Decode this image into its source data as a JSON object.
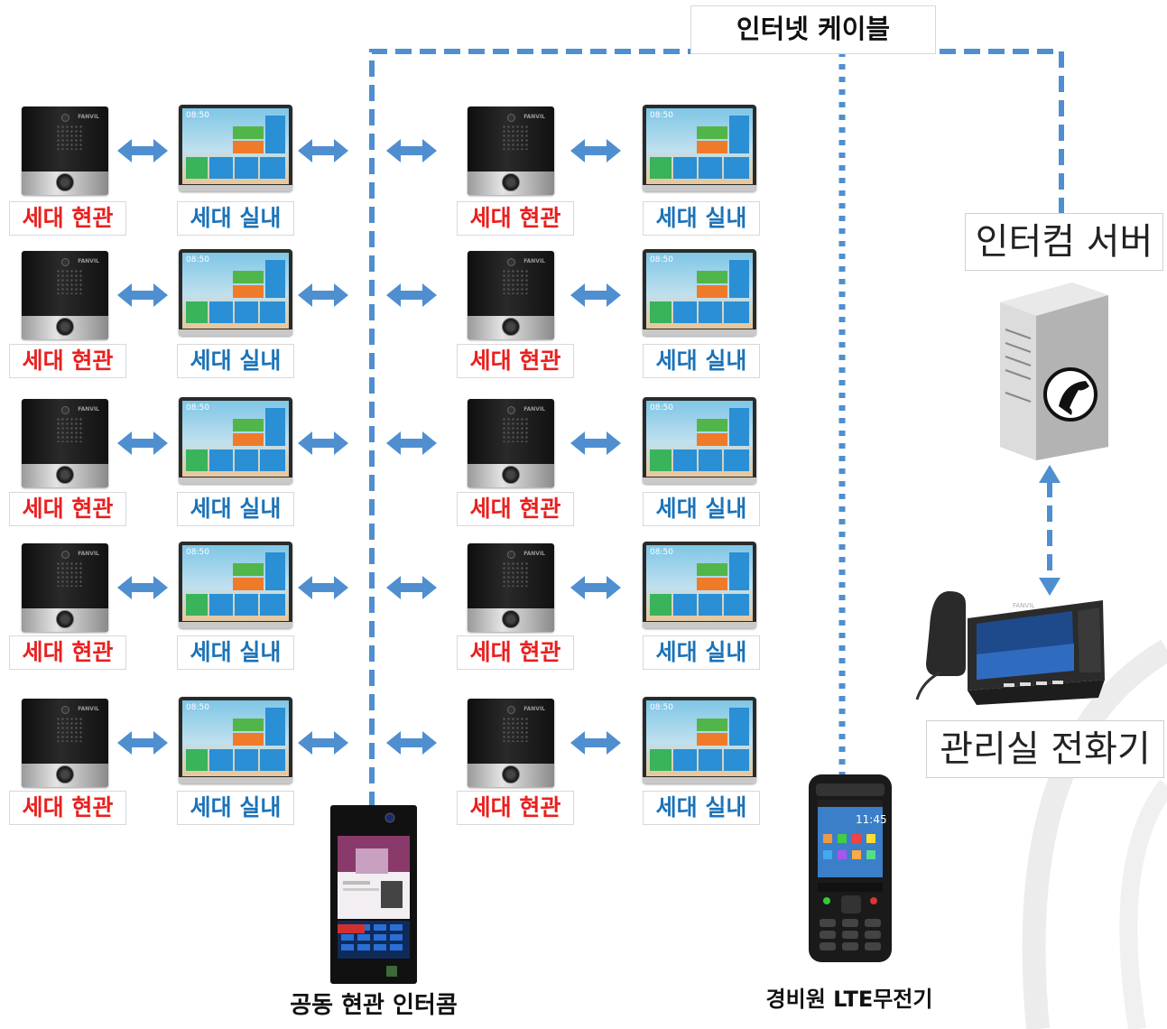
{
  "cable_label": "인터넷 케이블",
  "server_label": "인터컴 서버",
  "manager_phone_label": "관리실 전화기",
  "lobby_label": "공동 현관 인터콤",
  "guard_label": "경비원 LTE무전기",
  "left_door_labels": [
    "세대 현관",
    "세대 현관",
    "세대 현관",
    "세대 현관",
    "세대 현관"
  ],
  "left_indoor_labels": [
    "세대 실내",
    "세대 실내",
    "세대 실내",
    "세대 실내",
    "세대 실내"
  ],
  "right_door_labels": [
    "세대 현관",
    "세대 현관",
    "세대 현관",
    "세대 현관",
    "세대 현관"
  ],
  "right_indoor_labels": [
    "세대 실내",
    "세대 실내",
    "세대 실내",
    "세대 실내",
    "세대 실내"
  ],
  "monitor_time": "08:50",
  "door_brand": "FANVIL",
  "radio_time": "11:45",
  "colors": {
    "cable": "#4f8fd0",
    "door_label": "#e8201f",
    "indoor_label": "#1c73b8"
  }
}
